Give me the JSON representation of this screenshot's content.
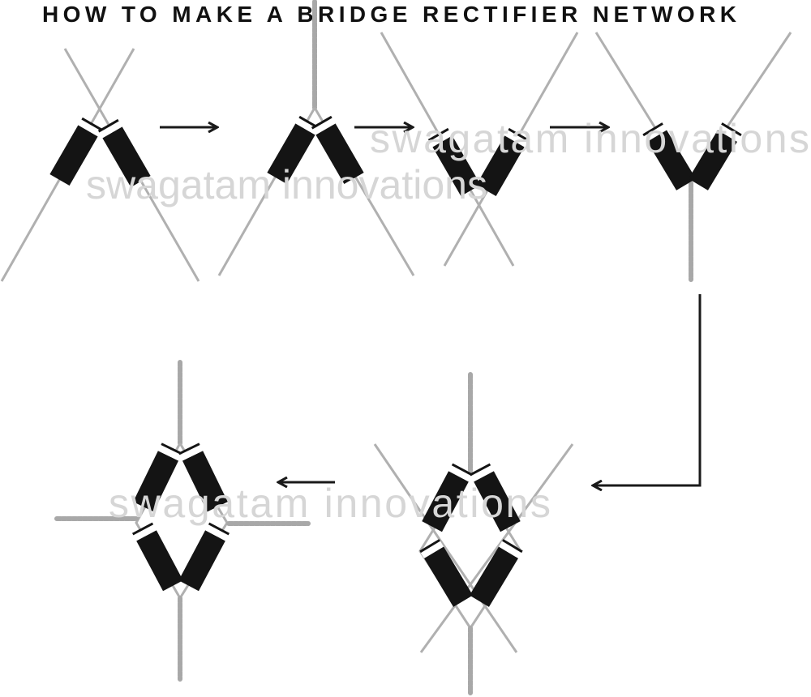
{
  "title": "HOW TO MAKE A BRIDGE RECTIFIER NETWORK",
  "watermarks": [
    "swagatam innovations",
    "swagatam innovations",
    "swagatam innovations"
  ],
  "colors": {
    "lead_wire": "#b0b0b0",
    "twisted_wire": "#a8a8a8",
    "diode_body": "#141414",
    "diode_band": "#ffffff",
    "arrow": "#1a1a1a",
    "watermark": "#d6d6d6",
    "title": "#111111"
  },
  "icons": {
    "step_arrow": "right-arrow",
    "return_arrow": "bent-down-left-arrow",
    "final_arrow": "left-arrow"
  }
}
